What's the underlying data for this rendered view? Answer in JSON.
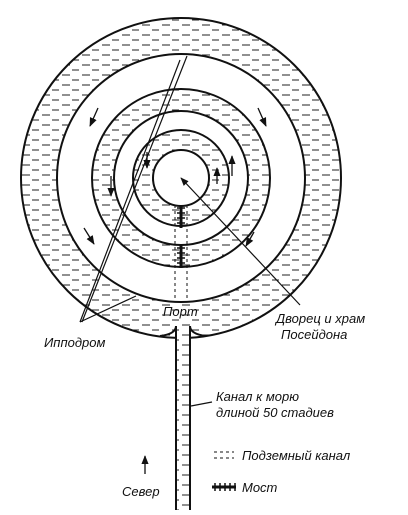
{
  "labels": {
    "port": "Порт",
    "hippodrome": "Ипподром",
    "palace_line1": "Дворец и храм",
    "palace_line2": "Посейдона",
    "canal_line1": "Канал к морю",
    "canal_line2": "длиной 50 стадиев",
    "north": "Север"
  },
  "legend": {
    "underground_canal": "Подземный канал",
    "bridge": "Мост"
  },
  "colors": {
    "ink": "#111111",
    "background": "#ffffff"
  }
}
